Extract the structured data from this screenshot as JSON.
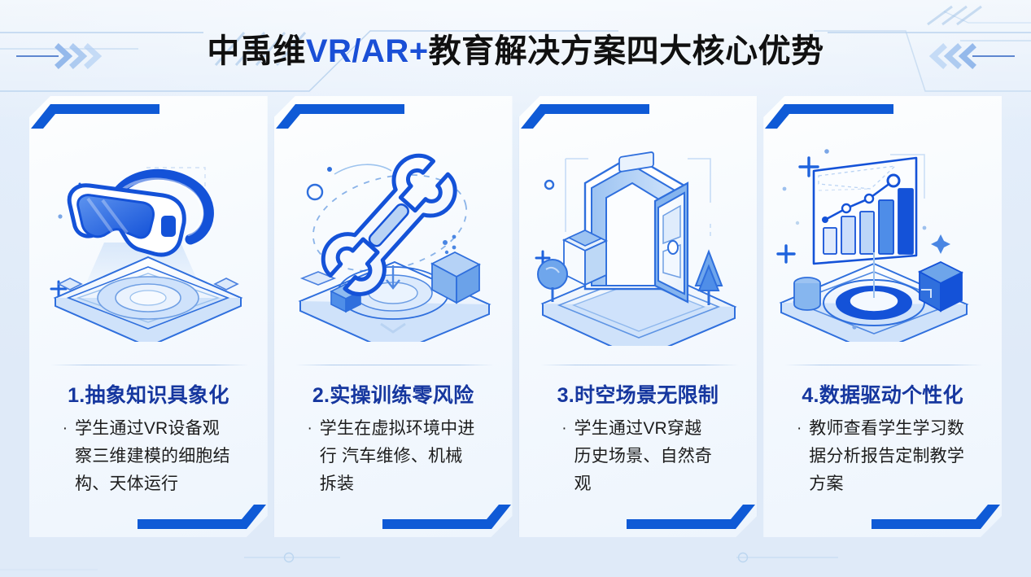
{
  "header": {
    "title_prefix": "中禹维",
    "title_accent": "VR/AR+",
    "title_suffix": "教育解决方案四大核心优势",
    "title_full": "中禹维VR/AR+教育解决方案四大核心优势",
    "left_chevrons": "›››",
    "right_chevrons": "‹‹‹"
  },
  "colors": {
    "accent_blue": "#1a4fd6",
    "title_navy": "#16379f",
    "bar_blue": "#0f5ad6",
    "page_bg": "#e4eefa",
    "card_bg": "#f6fafe",
    "body_text": "#1d1d1d"
  },
  "cards": [
    {
      "index": "1",
      "title": "1.抽象知识具象化",
      "bullet": "·",
      "body": "学生通过VR设备观察三维建模的细胞结构、天体运行",
      "illustration": "vr-headset-icon"
    },
    {
      "index": "2",
      "title": "2.实操训练零风险",
      "bullet": "·",
      "body": "学生在虚拟环境中进行 汽车维修、机械拆装",
      "illustration": "wrench-icon"
    },
    {
      "index": "3",
      "title": "3.时空场景无限制",
      "bullet": "·",
      "body": "学生通过VR穿越历史场景、自然奇观",
      "illustration": "doorway-portal-icon"
    },
    {
      "index": "4",
      "title": "4.数据驱动个性化",
      "bullet": "·",
      "body": "教师查看学生学习数据分析报告定制教学方案",
      "illustration": "bar-chart-growth-icon"
    }
  ]
}
